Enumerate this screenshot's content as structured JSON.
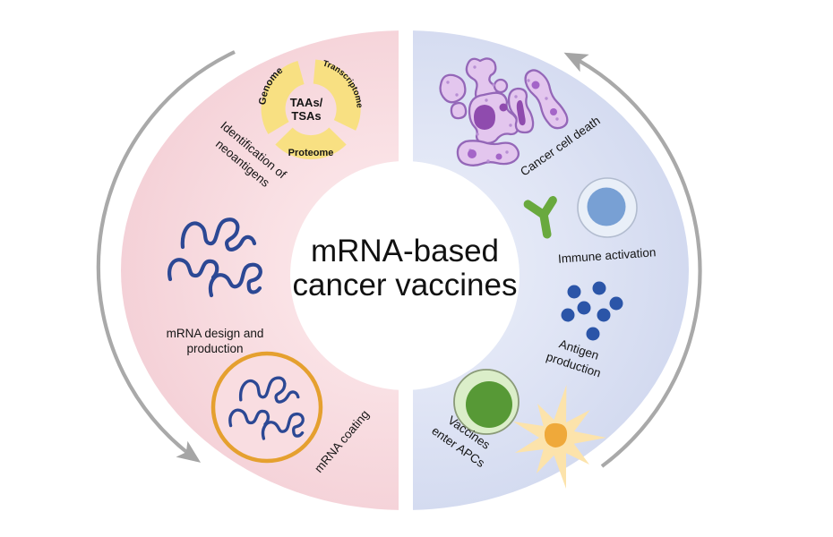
{
  "diagram_title": {
    "line1": "mRNA-based",
    "line2": "cancer vaccines"
  },
  "left_cycle": {
    "neoantigen_ring": {
      "segment_genome": "Genome",
      "segment_transcriptome": "Transcriptome",
      "segment_proteome": "Proteome",
      "center_line1": "TAAs/",
      "center_line2": "TSAs"
    },
    "step_identification": {
      "line1": "Identification of",
      "line2": "neoantigens"
    },
    "step_design": {
      "line1": "mRNA design and",
      "line2": "production"
    },
    "step_coating": {
      "label": "mRNA coating"
    }
  },
  "right_cycle": {
    "step_cell_death": {
      "label": "Cancer cell death"
    },
    "step_immune_activation": {
      "label": "Immune activation"
    },
    "step_antigen_production": {
      "line1": "Antigen",
      "line2": "production"
    },
    "step_vaccines_apcs": {
      "line1": "Vaccines",
      "line2": "enter APCs"
    }
  },
  "colors": {
    "left_half_pink": "#f5d3d9",
    "right_half_blue": "#d5dbf0",
    "ring_yellow": "#f8e082",
    "mrna_strand_blue": "#2c4894",
    "lnp_orange": "#e5a02f",
    "cancer_cell_purple": "#e3c6ee",
    "cancer_cell_outline": "#9467b8",
    "cancer_nucleus_purple": "#8f4bae",
    "antibody_green": "#69a93e",
    "immune_cell_blue": "#78a0d4",
    "antigen_dot_blue": "#2b55a8",
    "apc_green_dark": "#579936",
    "apc_green_light": "#dbeec9",
    "dendritic_cream": "#fce3ab",
    "dendritic_orange": "#efa93a",
    "arrow_gray": "#a5a5a5"
  }
}
